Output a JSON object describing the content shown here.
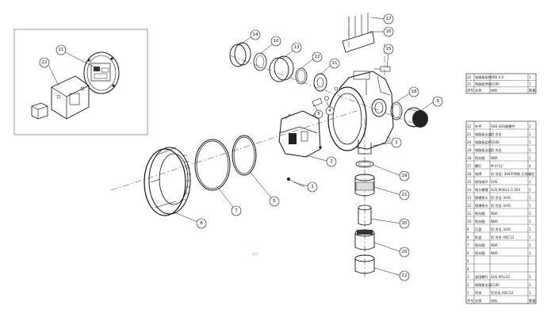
{
  "drawing": {
    "watermark": "图纸",
    "inset_callouts": [
      "22",
      "21"
    ],
    "callouts": [
      "1",
      "2",
      "3",
      "4",
      "5",
      "6",
      "7",
      "8",
      "9",
      "10",
      "11",
      "12",
      "13",
      "14",
      "15",
      "16",
      "17",
      "18",
      "19",
      "20",
      "21",
      "22"
    ]
  },
  "bom_small": {
    "rows": [
      {
        "no": "22",
        "name": "电路板组件",
        "material": "ABS V-0",
        "qty": "1"
      },
      {
        "no": "21",
        "name": "电路板壳体",
        "material": "1180",
        "qty": "1"
      },
      {
        "no": "序号",
        "name": "名称",
        "material": "材料",
        "qty": "数量"
      }
    ]
  },
  "bom_large": {
    "rows": [
      {
        "no": "22",
        "name": "外壳",
        "material": "ABS SUS隔爆件",
        "qty": "1"
      },
      {
        "no": "21",
        "name": "电路板支架",
        "material": "铝 合金",
        "qty": "1"
      },
      {
        "no": "20",
        "name": "电路板组件",
        "material": "1180",
        "qty": "1"
      },
      {
        "no": "19",
        "name": "电路板支架",
        "material": "铝 合金",
        "qty": "1"
      },
      {
        "no": "18",
        "name": "密封圈",
        "material": "NBR",
        "qty": "1"
      },
      {
        "no": "17",
        "name": "螺钉",
        "material": "M 4*12",
        "qty": "4"
      },
      {
        "no": "16",
        "name": "铭牌",
        "material": "铝 合金, 304不锈钢 压铸成型",
        "qty": "1"
      },
      {
        "no": "15",
        "name": "接线端子",
        "material": "SUS",
        "qty": "2"
      },
      {
        "no": "14",
        "name": "堵头螺塞",
        "material": "SUS M36x1.5 304",
        "qty": "1"
      },
      {
        "no": "13",
        "name": "隔爆接头",
        "material": "铝 合金 3/4G",
        "qty": "1"
      },
      {
        "no": "12",
        "name": "隔爆接头",
        "material": "铝 合金 3/4G",
        "qty": "1"
      },
      {
        "no": "11",
        "name": "密封圈",
        "material": "NBR",
        "qty": "1"
      },
      {
        "no": "10",
        "name": "密封圈",
        "material": "NBR",
        "qty": "1"
      },
      {
        "no": "9",
        "name": "后盖",
        "material": "铝 合金 3/4G",
        "qty": "1"
      },
      {
        "no": "8",
        "name": "前盖",
        "material": "铝 合金 ADC12",
        "qty": "1"
      },
      {
        "no": "7",
        "name": "密封圈",
        "material": "NBR",
        "qty": "1"
      },
      {
        "no": "6",
        "name": "密封圈",
        "material": "NBR",
        "qty": "1"
      },
      {
        "no": "5",
        "name": "",
        "material": "",
        "qty": ""
      },
      {
        "no": "4",
        "name": "",
        "material": "",
        "qty": ""
      },
      {
        "no": "3",
        "name": "紧固螺钉",
        "material": "SUS M5x10",
        "qty": "1"
      },
      {
        "no": "2",
        "name": "电路板支架",
        "material": "1180",
        "qty": "1"
      },
      {
        "no": "1",
        "name": "壳体",
        "material": "铝合金 ADC12",
        "qty": "1"
      },
      {
        "no": "序号",
        "name": "名称",
        "material": "材料",
        "qty": "数量"
      }
    ]
  }
}
